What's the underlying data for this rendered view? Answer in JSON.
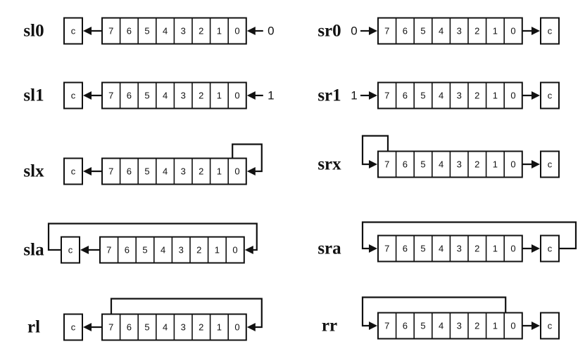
{
  "bits": [
    "7",
    "6",
    "5",
    "4",
    "3",
    "2",
    "1",
    "0"
  ],
  "carry_label": "c",
  "rows": [
    {
      "label": "sl0",
      "direction": "left",
      "input": "0",
      "feedback": "none"
    },
    {
      "label": "sl1",
      "direction": "left",
      "input": "1",
      "feedback": "none"
    },
    {
      "label": "slx",
      "direction": "left",
      "input": "",
      "feedback": "bit0"
    },
    {
      "label": "sla",
      "direction": "left",
      "input": "",
      "feedback": "carry"
    },
    {
      "label": "rl",
      "direction": "left",
      "input": "",
      "feedback": "bit7"
    },
    {
      "label": "sr0",
      "direction": "right",
      "input": "0",
      "feedback": "none"
    },
    {
      "label": "sr1",
      "direction": "right",
      "input": "1",
      "feedback": "none"
    },
    {
      "label": "srx",
      "direction": "right",
      "input": "",
      "feedback": "bit7"
    },
    {
      "label": "sra",
      "direction": "right",
      "input": "",
      "feedback": "carry"
    },
    {
      "label": "rr",
      "direction": "right",
      "input": "",
      "feedback": "bit0"
    }
  ]
}
